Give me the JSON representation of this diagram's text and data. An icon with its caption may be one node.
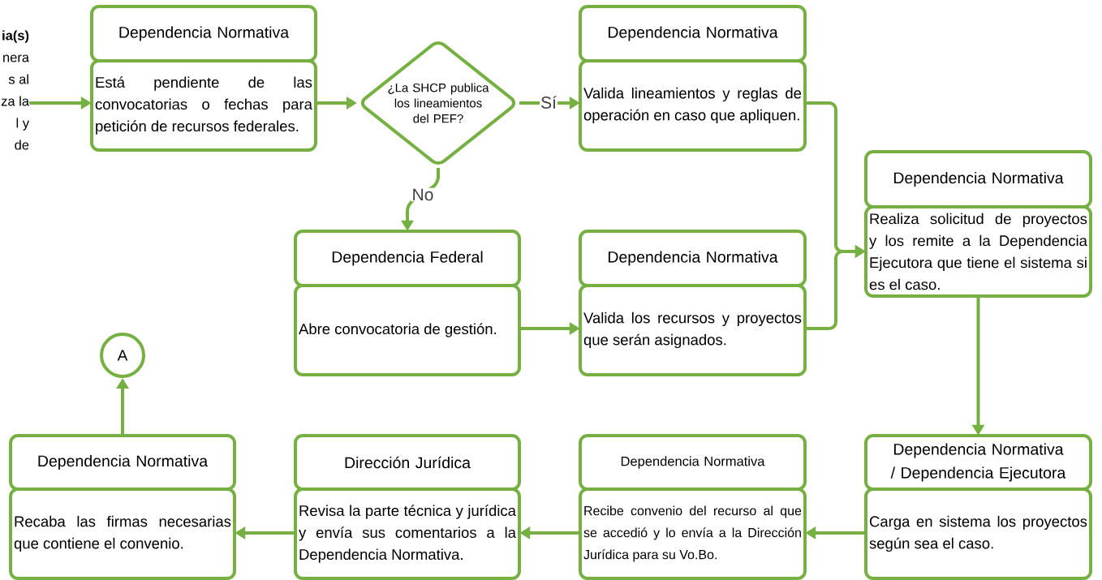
{
  "diagram": {
    "nodes": [
      {
        "text": [
          "ia(s)",
          "nera s al za la l y de"
        ]
      },
      {
        "text": [
          "Dependencia Normativa",
          "Está pendiente de las convocatorias o fechas para petición de recursos federales."
        ]
      },
      {
        "text": [
          "¿La SHCP publica los lineamientos del PEF?"
        ]
      },
      {
        "text": [
          "Dependencia Normativa",
          "Valida lineamientos y reglas de operación en caso que apliquen."
        ]
      },
      {
        "text": [
          "Dependencia Normativa",
          "Realiza solicitud de proyectos y los remite a la Dependencia Ejecutora que tiene el sistema si es el caso."
        ]
      },
      {
        "text": [
          "Dependencia Federal",
          "Abre convocatoria de gestión."
        ]
      },
      {
        "text": [
          "Dependencia Normativa",
          "Valida los recursos y proyectos que serán asignados."
        ]
      },
      {
        "text": [
          "A"
        ]
      },
      {
        "text": [
          "Dependencia Normativa",
          "Recaba las firmas necesarias que contiene el convenio."
        ]
      },
      {
        "text": [
          "Dirección Jurídica",
          "Revisa la parte técnica y jurídica y envía sus comentarios a la Dependencia Normativa."
        ]
      },
      {
        "text": [
          "Dependencia Normativa",
          "Recibe convenio del recurso al que se accedió y lo envía a la Dirección Jurídica para su Vo.Bo."
        ]
      },
      {
        "text": [
          "Dependencia Normativa / Dependencia Ejecutora",
          "Carga en sistema los proyectos según sea el caso."
        ]
      }
    ],
    "edges": [
      {
        "from": 0,
        "to": 1,
        "arrow": "to"
      },
      {
        "from": 1,
        "to": 2,
        "arrow": "to"
      },
      {
        "from": 2,
        "to": 3,
        "arrow": "to",
        "label": "Sí"
      },
      {
        "from": 2,
        "to": 5,
        "arrow": "to",
        "label": "No"
      },
      {
        "from": 3,
        "to": 4,
        "arrow": "to"
      },
      {
        "from": 5,
        "to": 6,
        "arrow": "to"
      },
      {
        "from": 6,
        "to": 4,
        "arrow": "to"
      },
      {
        "from": 4,
        "to": 11,
        "arrow": "to"
      },
      {
        "from": 11,
        "to": 10,
        "arrow": "to"
      },
      {
        "from": 10,
        "to": 9,
        "arrow": "to"
      },
      {
        "from": 9,
        "to": 8,
        "arrow": "to"
      },
      {
        "from": 8,
        "to": 7,
        "arrow": "to"
      }
    ]
  }
}
